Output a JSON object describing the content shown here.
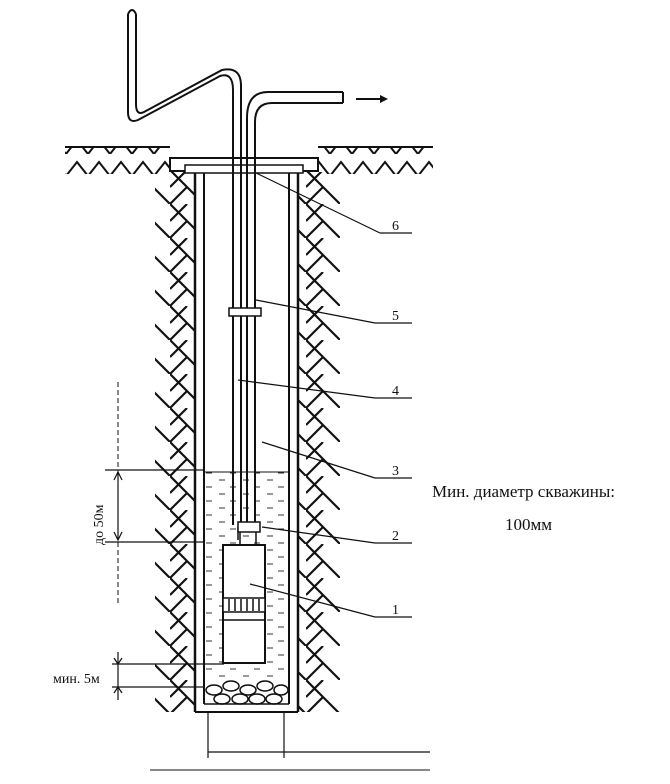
{
  "diagram": {
    "callouts": [
      "1",
      "2",
      "3",
      "4",
      "5",
      "6"
    ],
    "depth_label": "до 50м",
    "min_depth_label": "мин. 5м",
    "note_line1": "Мин. диаметр скважины:",
    "note_line2": "100мм"
  }
}
